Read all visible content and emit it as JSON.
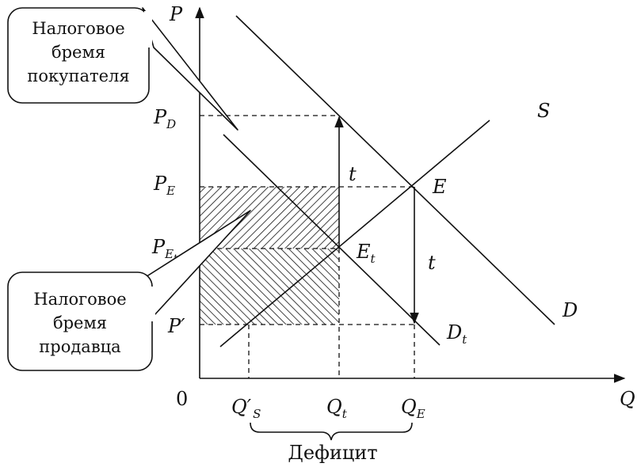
{
  "axes": {
    "y_label": "P",
    "x_label": "Q",
    "origin_label": "0"
  },
  "price_labels": [
    {
      "main": "P",
      "sub": "D"
    },
    {
      "main": "P",
      "sub": "E"
    },
    {
      "main": "P",
      "sub": "E",
      "sub2": "t"
    },
    {
      "main": "P′",
      "sub": ""
    }
  ],
  "quantity_labels": [
    {
      "main": "Q′",
      "sub": "S"
    },
    {
      "main": "Q",
      "sub": "t"
    },
    {
      "main": "Q",
      "sub": "E"
    }
  ],
  "curve_labels": {
    "supply": "S",
    "demand": "D",
    "demand_taxed_main": "D",
    "demand_taxed_sub": "t",
    "equilibrium": "E",
    "equilibrium_taxed_main": "E",
    "equilibrium_taxed_sub": "t",
    "tax_upper": "t",
    "tax_lower": "t"
  },
  "callouts": {
    "buyer": [
      "Налоговое",
      "бремя",
      "покупателя"
    ],
    "seller": [
      "Налоговое",
      "бремя",
      "продавца"
    ]
  },
  "deficit_label": "Дефицит",
  "colors": {
    "ink": "#111111",
    "background": "#ffffff"
  }
}
